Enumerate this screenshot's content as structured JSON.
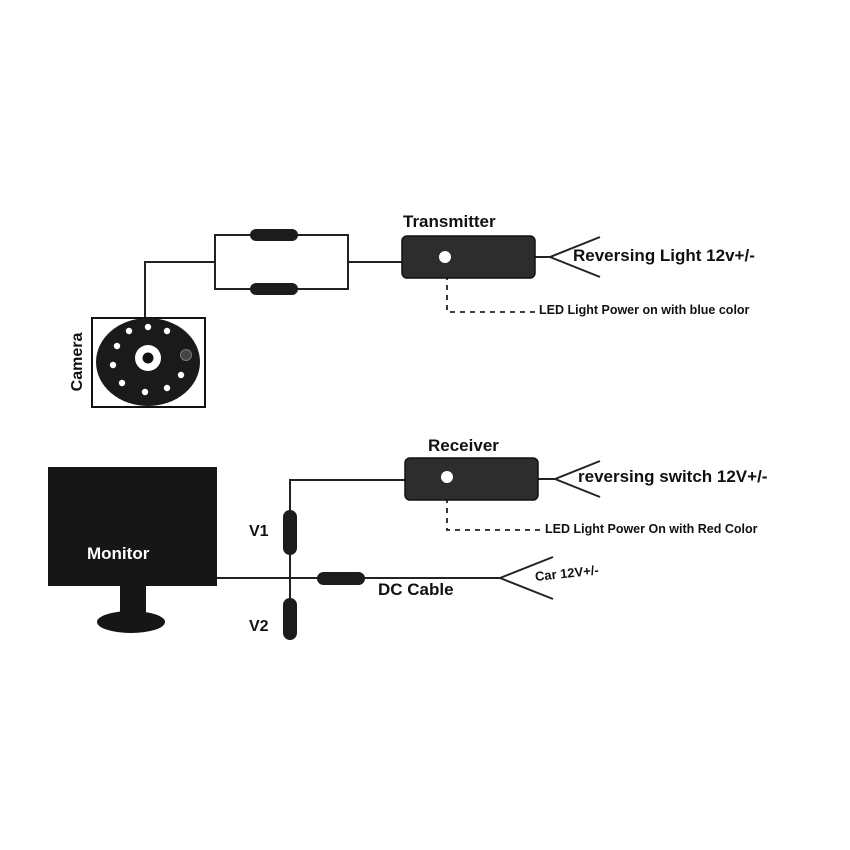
{
  "transmitter": {
    "label": "Transmitter",
    "input_label": "Reversing Light 12v+/-",
    "led_note": "LED Light Power on with blue color"
  },
  "camera": {
    "label": "Camera"
  },
  "receiver": {
    "label": "Receiver",
    "input_label": "reversing switch 12V+/-",
    "led_note": "LED Light Power On with Red Color"
  },
  "monitor": {
    "label": "Monitor",
    "video_in_1": "V1",
    "video_in_2": "V2"
  },
  "power": {
    "cable_label": "DC Cable",
    "supply_label": "Car 12V+/-"
  },
  "colors": {
    "ink": "#111111",
    "device_fill": "#2d2d2d",
    "monitor_fill": "#161616",
    "background": "#ffffff"
  }
}
